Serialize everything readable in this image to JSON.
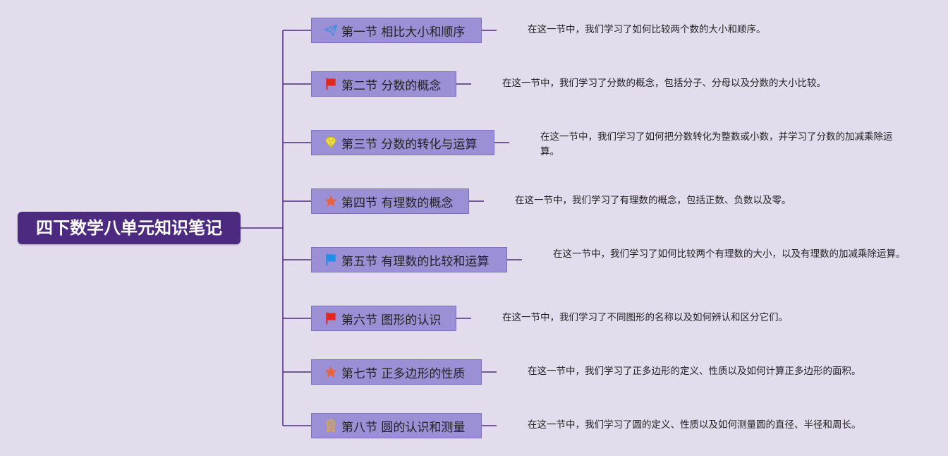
{
  "title": "四下数学八单元知识笔记",
  "colors": {
    "background": "#e3dced",
    "root_fill": "#4b2a7f",
    "section_fill": "#9b90d6",
    "line": "#4b2a7f"
  },
  "sections": [
    {
      "label": "第一节 相比大小和顺序",
      "icon": "paper-plane-icon",
      "description": "在这一节中，我们学习了如何比较两个数的大小和顺序。"
    },
    {
      "label": "第二节 分数的概念",
      "icon": "red-flag-icon",
      "description": "在这一节中，我们学习了分数的概念，包括分子、分母以及分数的大小比较。"
    },
    {
      "label": "第三节 分数的转化与运算",
      "icon": "diamond-icon",
      "description": "在这一节中，我们学习了如何把分数转化为整数或小数，并学习了分数的加减乘除运算。"
    },
    {
      "label": "第四节 有理数的概念",
      "icon": "star-icon",
      "description": "在这一节中，我们学习了有理数的概念，包括正数、负数以及零。"
    },
    {
      "label": "第五节 有理数的比较和运算",
      "icon": "blue-flag-icon",
      "description": "在这一节中，我们学习了如何比较两个有理数的大小，以及有理数的加减乘除运算。"
    },
    {
      "label": "第六节 图形的认识",
      "icon": "red-flag-icon",
      "description": "在这一节中，我们学习了不同图形的名称以及如何辨认和区分它们。"
    },
    {
      "label": "第七节 正多边形的性质",
      "icon": "star-icon",
      "description": "在这一节中，我们学习了正多边形的定义、性质以及如何计算正多边形的面积。"
    },
    {
      "label": "第八节 圆的认识和测量",
      "icon": "award-icon",
      "description": "在这一节中，我们学习了圆的定义、性质以及如何测量圆的直径、半径和周长。"
    }
  ]
}
